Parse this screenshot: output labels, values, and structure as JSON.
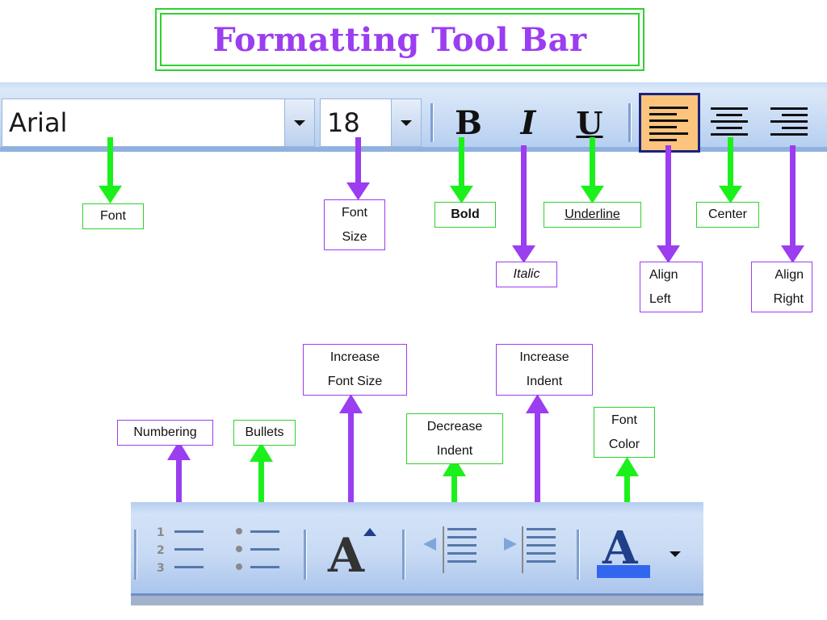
{
  "title": "Formatting Tool Bar",
  "top_toolbar": {
    "font_value": "Arial",
    "size_value": "18",
    "bold_glyph": "B",
    "italic_glyph": "I",
    "underline_glyph": "U"
  },
  "labels": {
    "font": "Font",
    "font_size_1": "Font",
    "font_size_2": "Size",
    "bold": "Bold",
    "italic": "Italic",
    "underline": "Underline",
    "align_left_1": "Align",
    "align_left_2": "Left",
    "center": "Center",
    "align_right_1": "Align",
    "align_right_2": "Right",
    "numbering": "Numbering",
    "bullets": "Bullets",
    "increase_font_1": "Increase",
    "increase_font_2": "Font Size",
    "decrease_indent_1": "Decrease",
    "decrease_indent_2": "Indent",
    "increase_indent_1": "Increase",
    "increase_indent_2": "Indent",
    "font_color_1": "Font",
    "font_color_2": "Color"
  },
  "bottom_toolbar": {
    "grow_font_glyph": "A",
    "font_color_glyph": "A"
  },
  "colors": {
    "green": "#1cf01c",
    "purple": "#9b3df0",
    "highlight": "#fcc47c",
    "font_color_bar": "#3366ee"
  }
}
